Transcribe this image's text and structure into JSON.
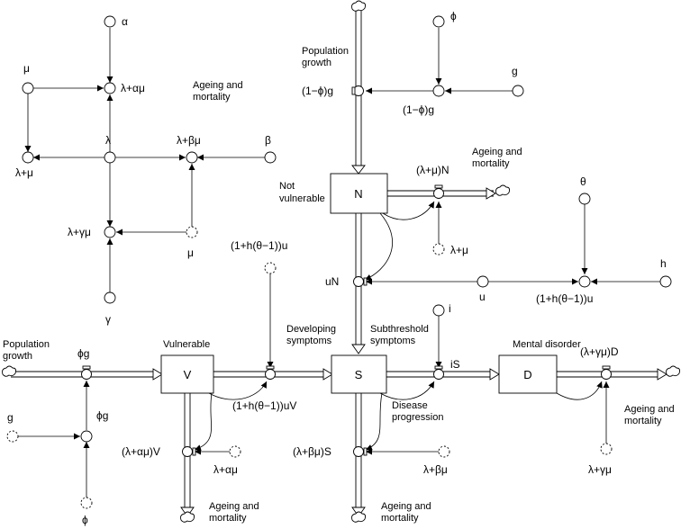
{
  "stocks": {
    "N": "N",
    "V": "V",
    "S": "S",
    "D": "D"
  },
  "stock_labels": {
    "not_vulnerable": [
      "Not",
      "vulnerable"
    ],
    "vulnerable": "Vulnerable",
    "mental_disorder": "Mental disorder"
  },
  "flow_labels": {
    "population_growth_top": [
      "Population",
      "growth"
    ],
    "population_growth_left": [
      "Population",
      "growth"
    ],
    "ageing_mortality": [
      "Ageing and",
      "mortality"
    ],
    "developing_symptoms": [
      "Developing",
      "symptoms"
    ],
    "subthreshold_symptoms": [
      "Subthreshold",
      "symptoms"
    ],
    "disease_progression": [
      "Disease",
      "progression"
    ]
  },
  "rates": {
    "one_minus_phi_g": "(1−ϕ)g",
    "lambda_mu_N": "(λ+μ)N",
    "uN": "uN",
    "phi_g": "ϕg",
    "h_theta_uV": "(1+h(θ−1))uV",
    "iS": "iS",
    "lambda_gamma_mu_D": "(λ+γμ)D",
    "lambda_alpha_mu_V": "(λ+αμ)V",
    "lambda_beta_mu_S": "(λ+βμ)S"
  },
  "auxiliaries": {
    "alpha": "α",
    "mu": "μ",
    "lambda_alpha_mu": "λ+αμ",
    "lambda": "λ",
    "lambda_beta_mu": "λ+βμ",
    "beta": "β",
    "lambda_mu": "λ+μ",
    "lambda_gamma_mu": "λ+γμ",
    "gamma": "γ",
    "phi": "ϕ",
    "g": "g",
    "theta": "θ",
    "h": "h",
    "u": "u",
    "i": "i",
    "h_theta_u": "(1+h(θ−1))u"
  },
  "legend_text": {
    "ageing_mortality_top": [
      "Ageing and",
      "mortality"
    ]
  }
}
